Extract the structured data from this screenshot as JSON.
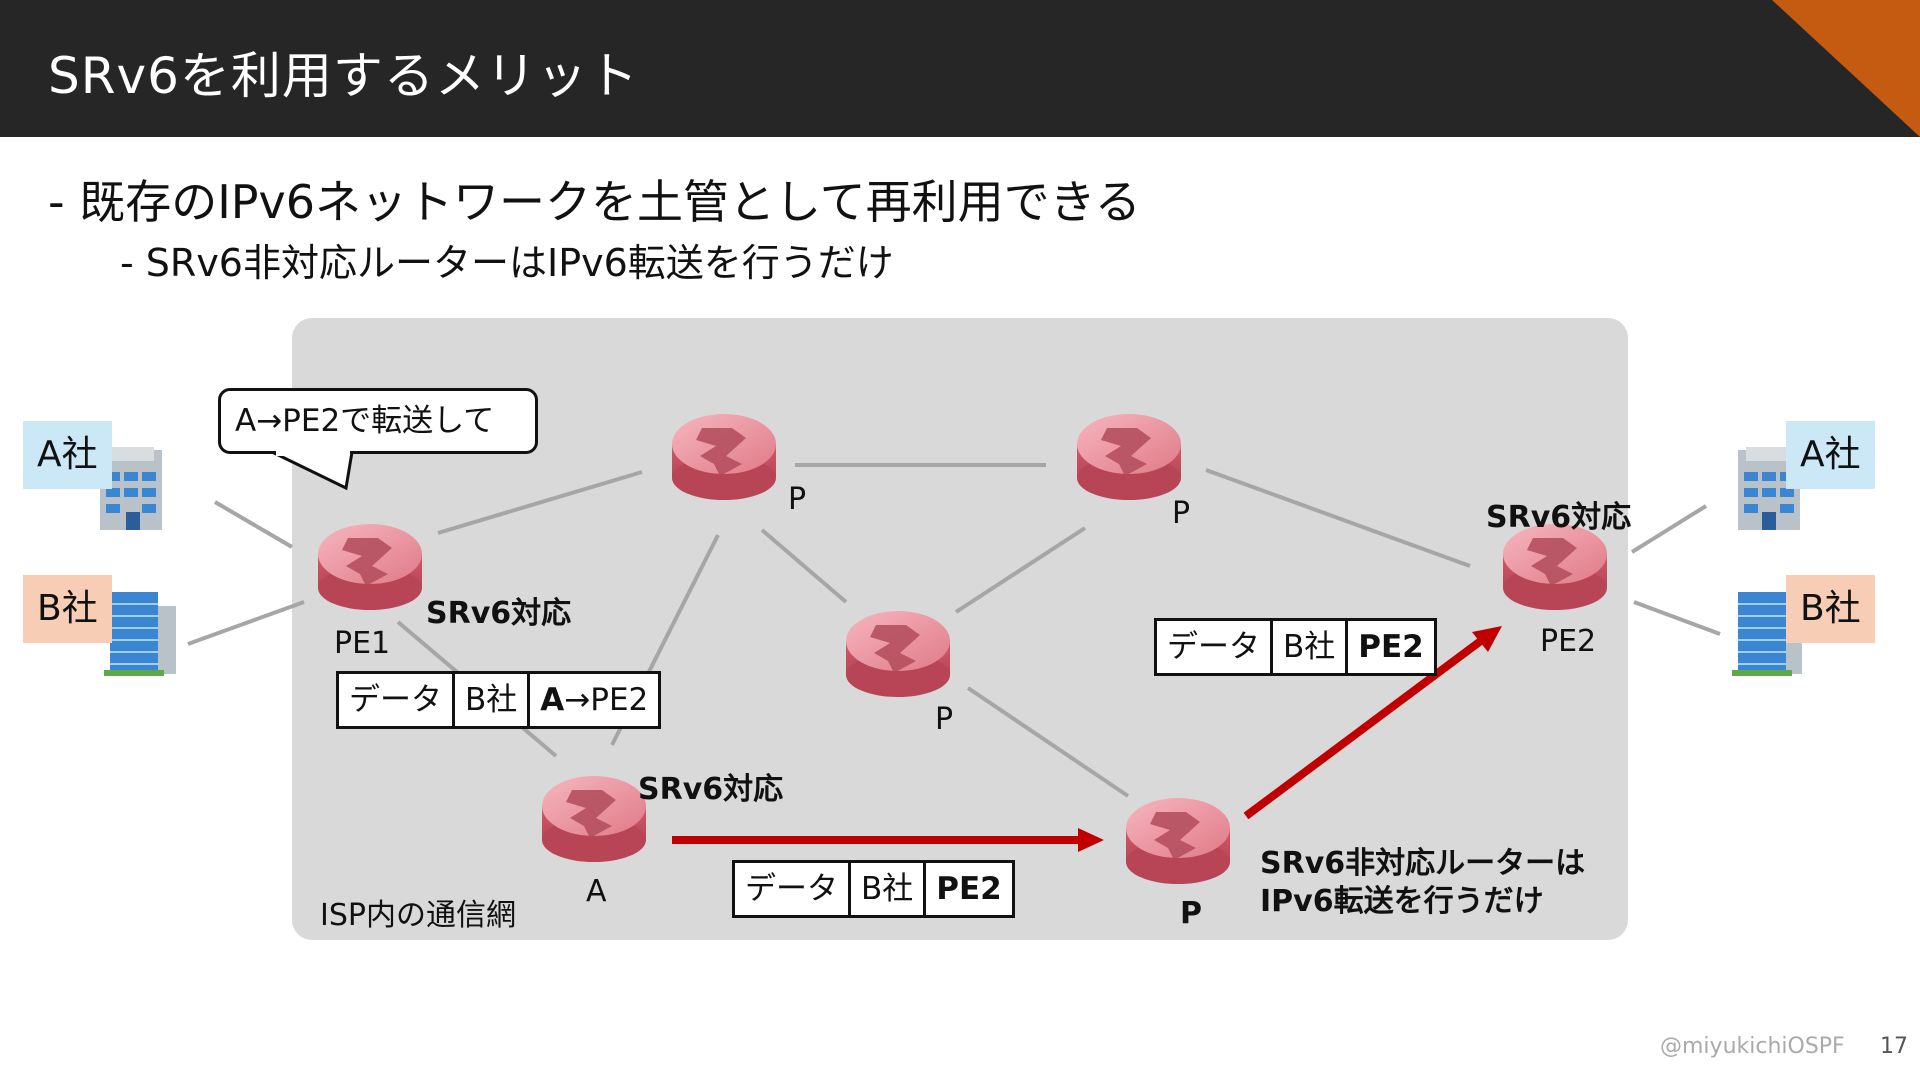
{
  "slide": {
    "title": "SRv6を利用するメリット",
    "bullet_main": "- 既存のIPv6ネットワークを土管として再利用できる",
    "bullet_sub": "- SRv6非対応ルーターはIPv6転送を行うだけ"
  },
  "diagram": {
    "network_label": "ISP内の通信網",
    "speech_bubble": "A→PE2で転送して",
    "companies": {
      "left_a": "A社",
      "left_b": "B社",
      "right_a": "A社",
      "right_b": "B社"
    },
    "routers": {
      "pe1": "PE1",
      "pe2": "PE2",
      "a": "A",
      "p_top_left": "P",
      "p_top_right": "P",
      "p_middle": "P",
      "p_bottom": "P"
    },
    "srv6_labels": {
      "pe1": "SRv6対応",
      "a": "SRv6対応",
      "pe2": "SRv6対応"
    },
    "non_srv6_note": [
      "SRv6非対応ルーターは",
      "IPv6転送を行うだけ"
    ],
    "packets": {
      "pe1": [
        "データ",
        "B社",
        "A",
        "→PE2"
      ],
      "bottom": [
        "データ",
        "B社",
        "PE2"
      ],
      "right": [
        "データ",
        "B社",
        "PE2"
      ]
    }
  },
  "footer": {
    "handle": "@miyukichiOSPF",
    "page": "17"
  },
  "colors": {
    "header_bg": "#262626",
    "accent": "#c55a11",
    "arrow": "#c00000",
    "router": "#e87d8a",
    "network_bg": "#d9d9d9"
  }
}
